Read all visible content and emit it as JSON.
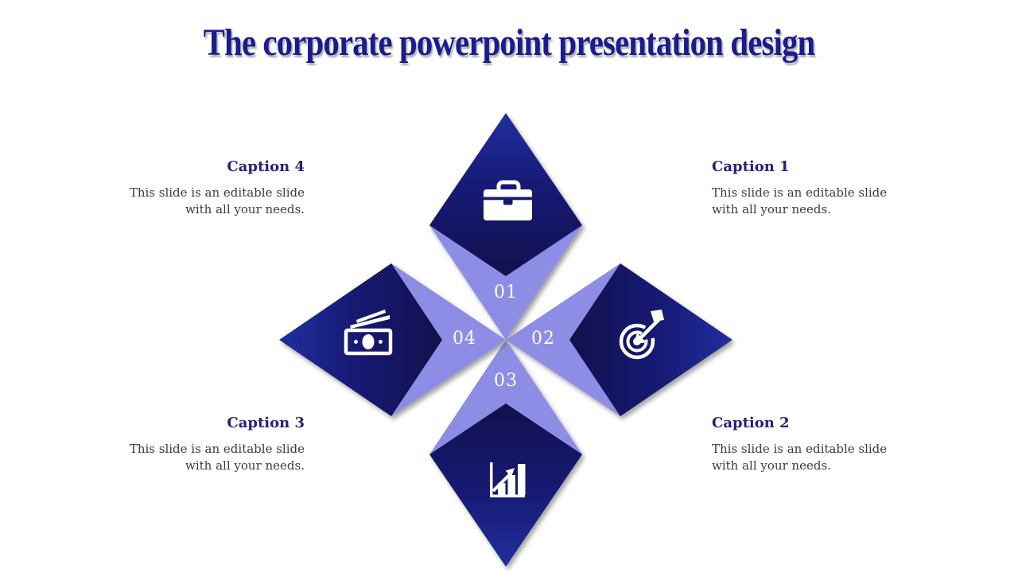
{
  "slide": {
    "title": "The corporate powerpoint presentation design",
    "captions": [
      {
        "label": "Caption 1",
        "body": "This slide is an editable slide\nwith all your needs.",
        "position": "top-right"
      },
      {
        "label": "Caption 2",
        "body": "This slide is an editable slide\nwith all your needs.",
        "position": "bottom-right"
      },
      {
        "label": "Caption 3",
        "body": "This slide is an editable slide\nwith all your needs.",
        "position": "bottom-left"
      },
      {
        "label": "Caption 4",
        "body": "This slide is an editable slide\nwith all your needs.",
        "position": "top-left"
      }
    ],
    "steps": [
      {
        "number": "01",
        "icon": "briefcase-icon",
        "position": "top"
      },
      {
        "number": "02",
        "icon": "target-icon",
        "position": "right"
      },
      {
        "number": "03",
        "icon": "bar-chart-icon",
        "position": "bottom"
      },
      {
        "number": "04",
        "icon": "money-icon",
        "position": "left"
      }
    ],
    "colors": {
      "title_text": "#1b1b8f",
      "caption_heading": "#23237d",
      "caption_body": "#3c3c3c",
      "diamond_gradient_outer": "#202f9f",
      "diamond_gradient_inner": "#12114d",
      "triangle_lavender": "#8e8de5",
      "icon_white": "#ffffff",
      "background": "#ffffff"
    }
  }
}
